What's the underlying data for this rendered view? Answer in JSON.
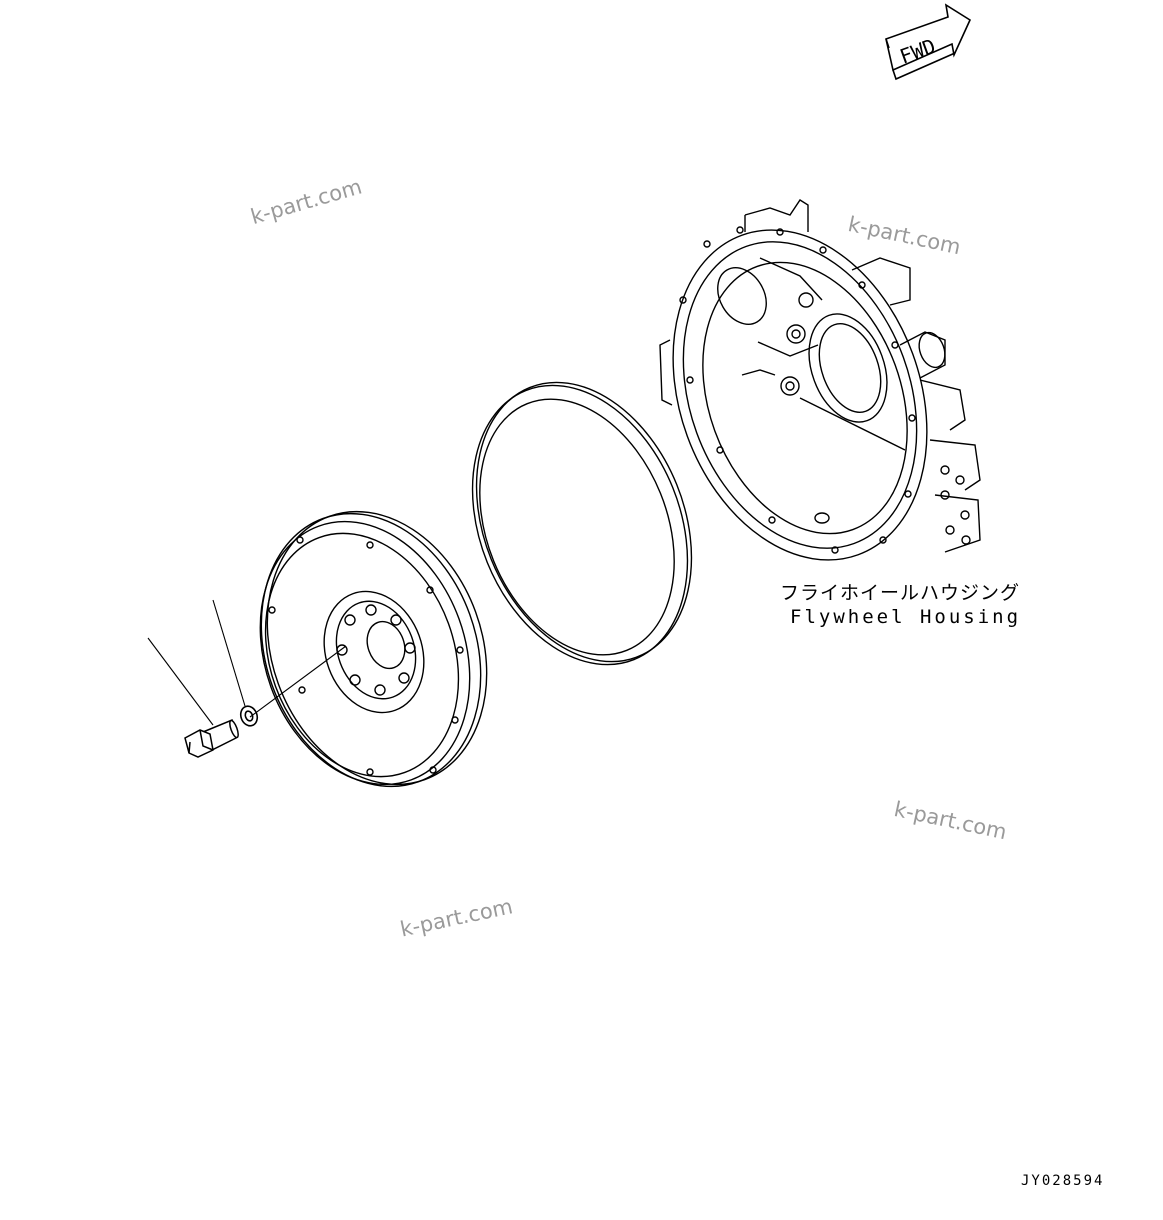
{
  "fwd_label": "FWD",
  "part_label": {
    "japanese": "フライホイールハウジング",
    "english": "Flywheel Housing"
  },
  "drawing_number": "JY028594",
  "watermarks": [
    "k-part.com",
    "k-part.com",
    "k-part.com",
    "k-part.com"
  ],
  "line_color": "#000000",
  "watermark_color": "#9a9a9a"
}
